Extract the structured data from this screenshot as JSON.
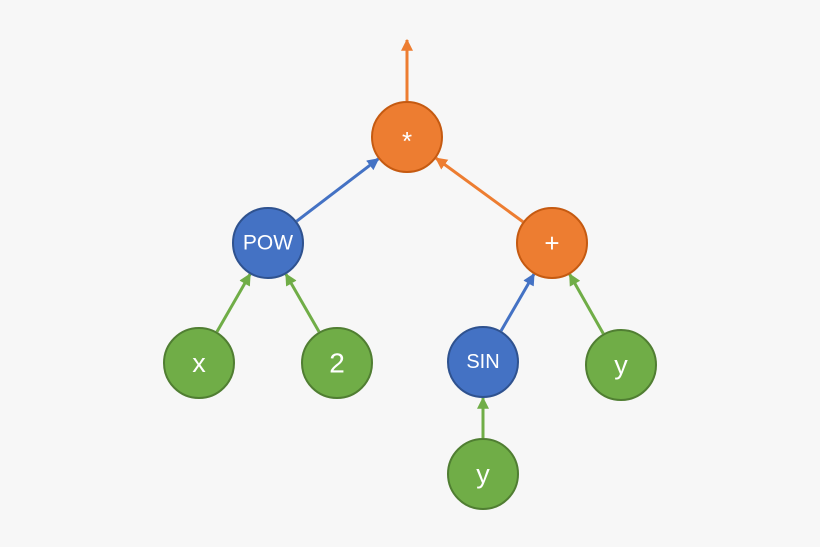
{
  "colors": {
    "background": "#f7f7f7",
    "operator_fill": "#ed7d31",
    "operator_stroke": "#c55a11",
    "function_fill": "#4472c4",
    "function_stroke": "#2f528f",
    "leaf_fill": "#70ad47",
    "leaf_stroke": "#507e32",
    "edge_orange": "#ed7d31",
    "edge_blue": "#4472c4",
    "edge_green": "#70ad47"
  },
  "nodes": [
    {
      "id": "mul",
      "label": "*",
      "kind": "operator"
    },
    {
      "id": "pow",
      "label": "POW",
      "kind": "function"
    },
    {
      "id": "plus",
      "label": "+",
      "kind": "operator"
    },
    {
      "id": "x",
      "label": "x",
      "kind": "leaf"
    },
    {
      "id": "two",
      "label": "2",
      "kind": "leaf"
    },
    {
      "id": "sin",
      "label": "SIN",
      "kind": "function"
    },
    {
      "id": "y1",
      "label": "y",
      "kind": "leaf"
    },
    {
      "id": "y2",
      "label": "y",
      "kind": "leaf"
    }
  ],
  "edges": [
    {
      "from": "pow",
      "to": "mul"
    },
    {
      "from": "plus",
      "to": "mul"
    },
    {
      "from": "x",
      "to": "pow"
    },
    {
      "from": "two",
      "to": "pow"
    },
    {
      "from": "sin",
      "to": "plus"
    },
    {
      "from": "y1",
      "to": "plus"
    },
    {
      "from": "y2",
      "to": "sin"
    },
    {
      "from": "mul",
      "to": "output"
    }
  ]
}
